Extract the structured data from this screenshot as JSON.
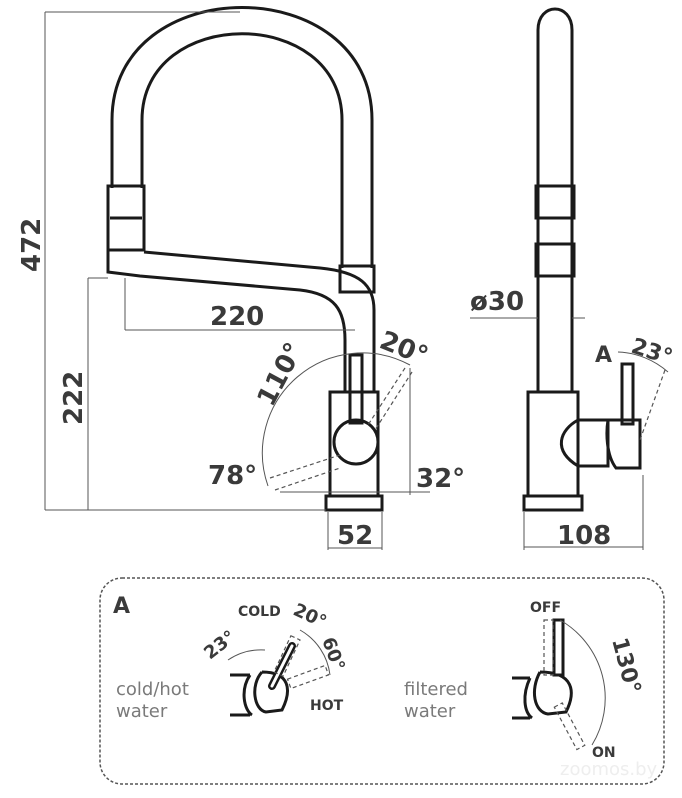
{
  "front_view": {
    "height_total": "472",
    "height_spout": "222",
    "reach": "220",
    "base_width": "52",
    "angle_110": "110°",
    "angle_20": "20°",
    "angle_78": "78°",
    "angle_32": "32°"
  },
  "side_view": {
    "diameter": "ø30",
    "depth": "108",
    "detail_ref": "A",
    "angle_23": "23°"
  },
  "detail_a": {
    "title": "A",
    "mixer": {
      "label_line1": "cold/hot",
      "label_line2": "water",
      "cold": "COLD",
      "hot": "HOT",
      "angle_20": "20°",
      "angle_60": "60°",
      "angle_23": "23°"
    },
    "filter": {
      "label_line1": "filtered",
      "label_line2": "water",
      "off": "OFF",
      "on": "ON",
      "angle_130": "130°"
    }
  },
  "watermark": "zoomos.by"
}
